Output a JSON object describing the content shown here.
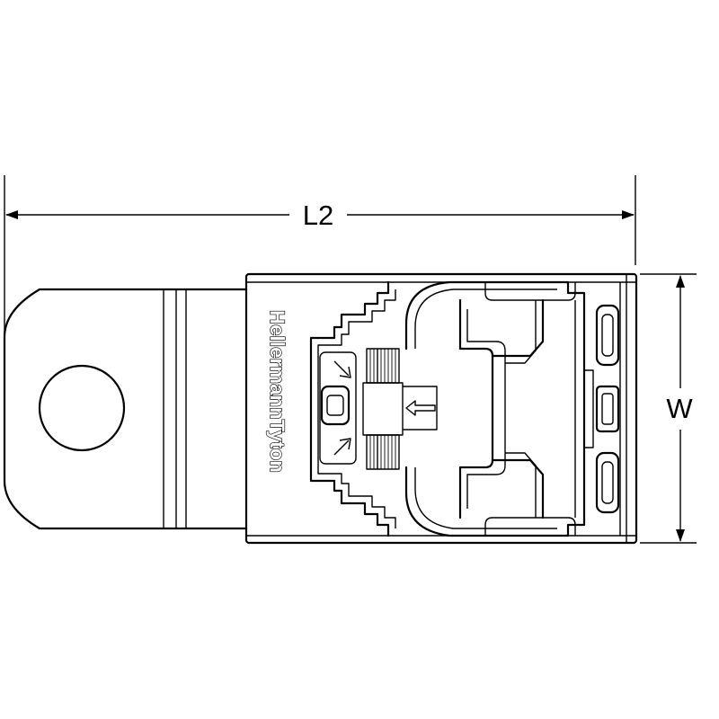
{
  "diagram": {
    "dimensions": {
      "length": "L2",
      "width": "W"
    },
    "brand_text": "HellermannTyton",
    "colors": {
      "line": "#000000",
      "background": "#ffffff"
    }
  }
}
